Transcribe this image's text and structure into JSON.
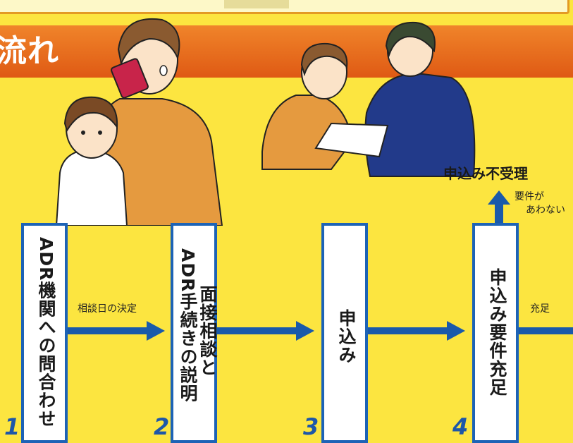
{
  "header": {
    "title": "流れ"
  },
  "steps": [
    {
      "number": "1",
      "label": "ADR機関への問合わせ"
    },
    {
      "number": "2",
      "label_right": "面接相談と",
      "label_left": "ADR手続きの説明"
    },
    {
      "number": "3",
      "label": "申込み"
    },
    {
      "number": "4",
      "label": "申込み要件充足"
    }
  ],
  "arrows": [
    {
      "label": "相談日の決定"
    },
    {
      "label": ""
    },
    {
      "label": ""
    },
    {
      "label": "充足"
    }
  ],
  "rejection": {
    "title": "申込み不受理",
    "reason_line1": "要件が",
    "reason_line2": "あわない"
  },
  "colors": {
    "background": "#fce540",
    "banner": "#e2621a",
    "box_border": "#1d63b6",
    "arrow": "#1a5aaa"
  }
}
